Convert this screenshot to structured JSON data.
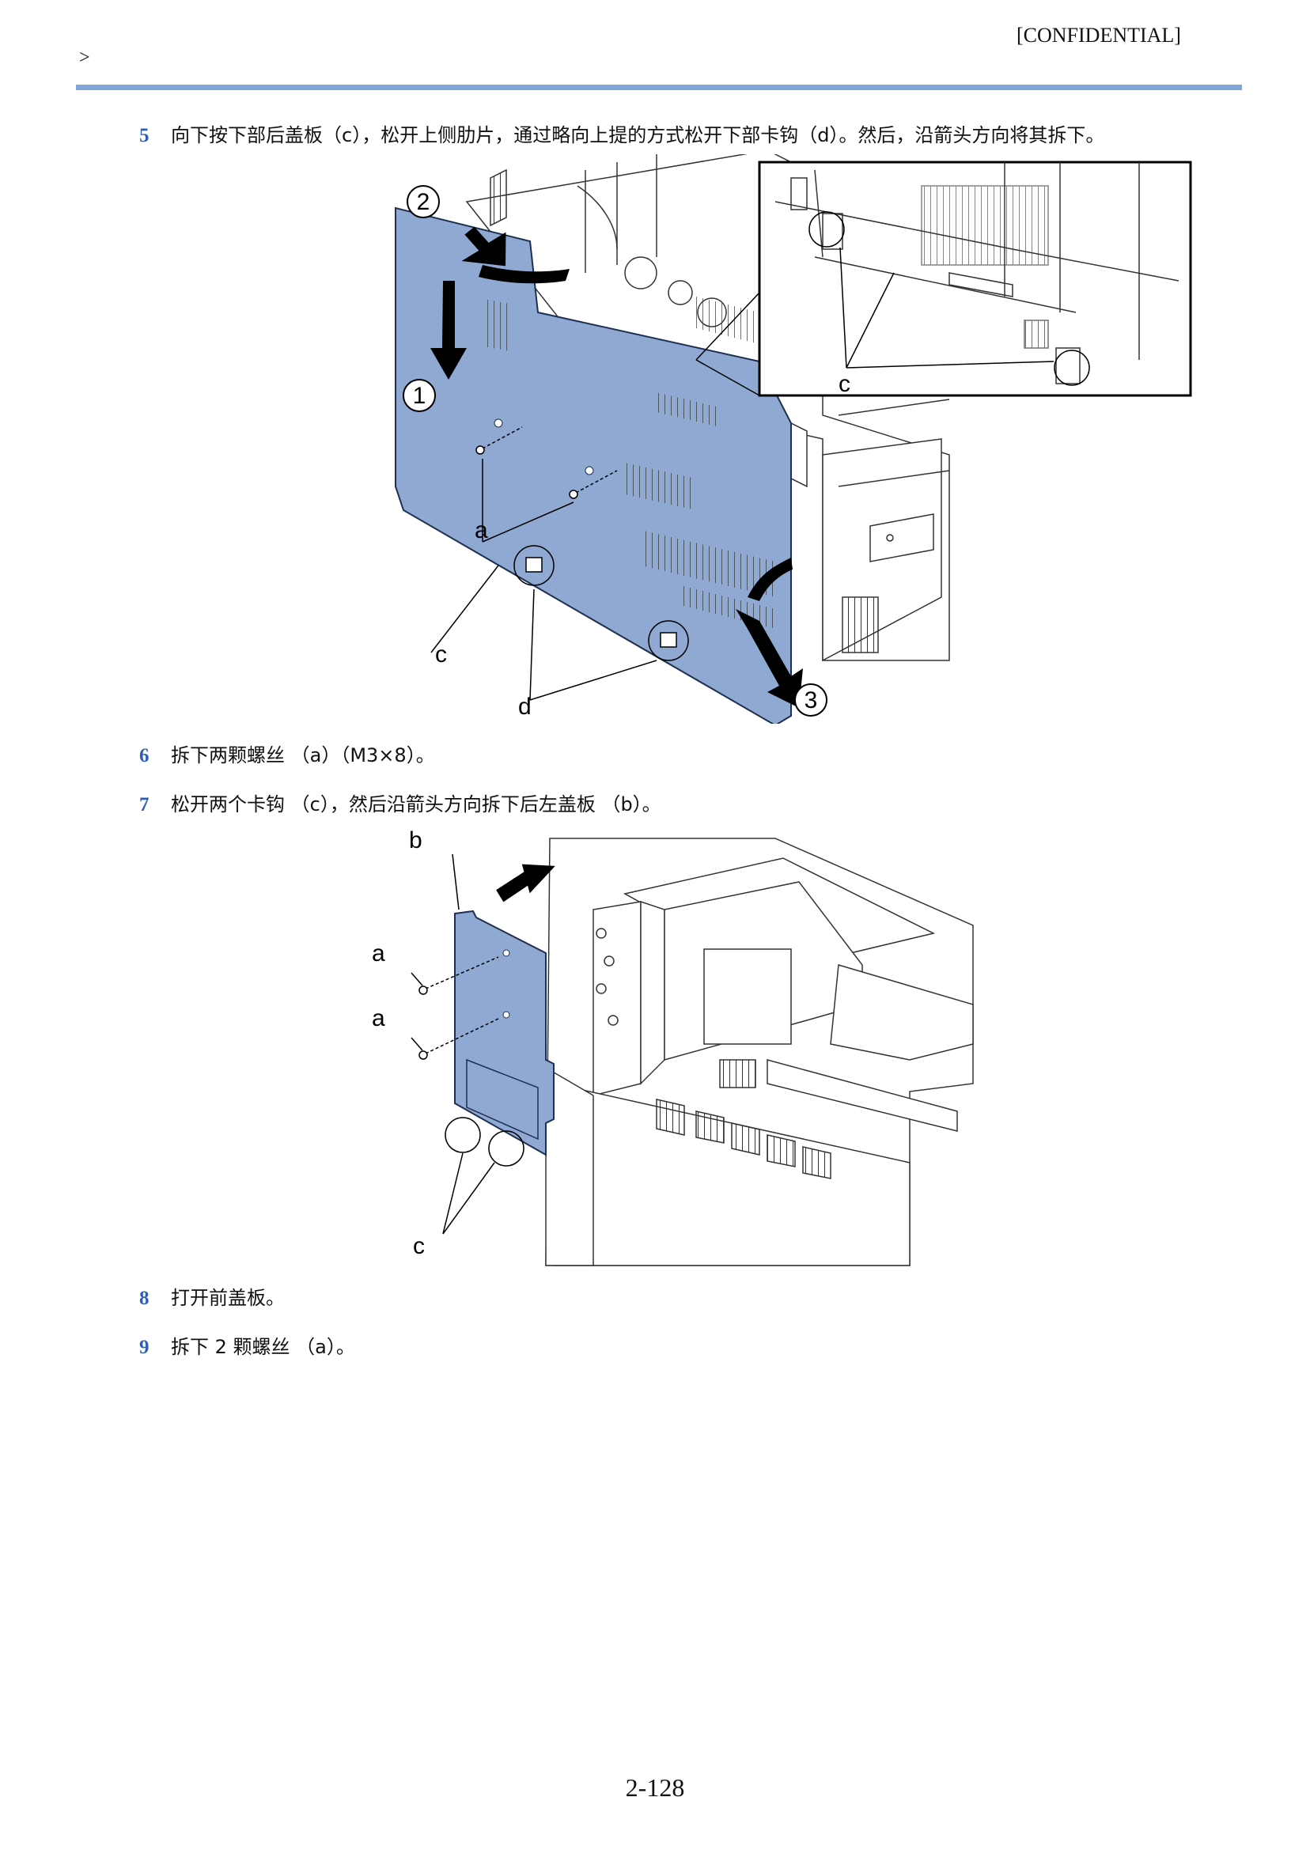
{
  "header": {
    "confidential": "[CONFIDENTIAL]",
    "breadcrumb": ">"
  },
  "steps": [
    {
      "number": "5",
      "text": "向下按下部后盖板（c），松开上侧肋片，通过略向上提的方式松开下部卡钩（d）。然后，沿箭头方向将其拆下。"
    },
    {
      "number": "6",
      "text": "拆下两颗螺丝 （a）（M3×8）。"
    },
    {
      "number": "7",
      "text": "松开两个卡钩 （c），然后沿箭头方向拆下后左盖板 （b）。"
    },
    {
      "number": "8",
      "text": "打开前盖板。"
    },
    {
      "number": "9",
      "text": "拆下 2 颗螺丝 （a）。"
    }
  ],
  "figure1": {
    "callouts": {
      "step1": "1",
      "step2": "2",
      "step3": "3",
      "a": "a",
      "c": "c",
      "d": "d",
      "inset_c": "c"
    }
  },
  "figure2": {
    "callouts": {
      "b": "b",
      "a1": "a",
      "a2": "a",
      "c": "c"
    }
  },
  "footer": {
    "page_number": "2-128"
  },
  "colors": {
    "accent_rule": "#7ea6d9",
    "step_number": "#2f5fb5",
    "panel_fill": "#8fa9d3"
  }
}
